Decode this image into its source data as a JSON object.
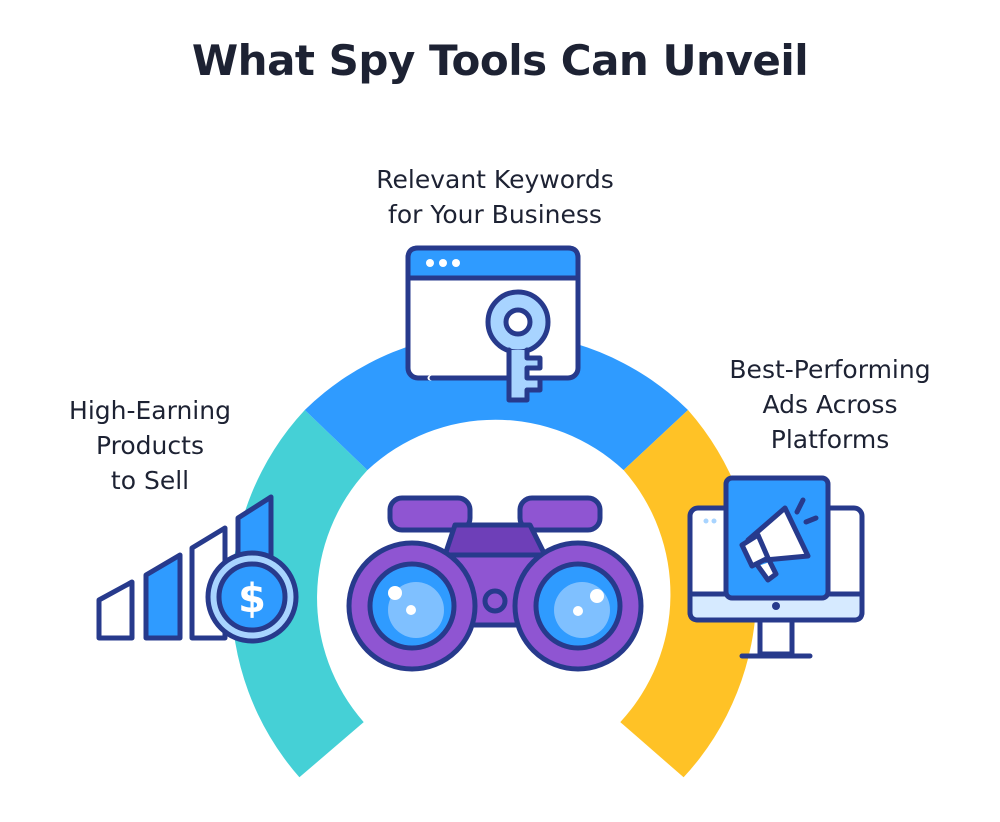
{
  "title": {
    "part1": "What ",
    "highlight": "Spy Tools",
    "part2": " Can Unveil"
  },
  "labels": {
    "keywords": {
      "line1": "Relevant Keywords",
      "line2": "for Your Business"
    },
    "products": {
      "line1": "High-Earning",
      "line2": "Products",
      "line3": "to Sell"
    },
    "ads": {
      "line1": "Best-Performing",
      "line2": "Ads Across",
      "line3": "Platforms"
    }
  },
  "icons": {
    "center": "binoculars-icon",
    "keywords": "browser-key-icon",
    "products": "bar-chart-dollar-icon",
    "ads": "monitor-megaphone-icon",
    "dollar_symbol": "$"
  },
  "colors": {
    "segment_left": "#45d0d6",
    "segment_top": "#2f9bff",
    "segment_right": "#ffc226",
    "ink": "#1d2233",
    "outline": "#273a8c",
    "binoculars": "#8f55d2",
    "highlight": "#ece2f8"
  }
}
